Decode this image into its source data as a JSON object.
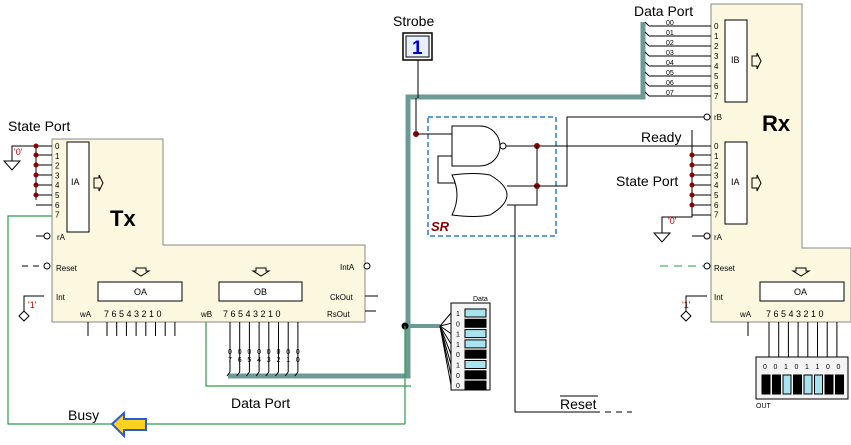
{
  "labels": {
    "strobe": "Strobe",
    "strobe_value": "1",
    "data_port_top": "Data Port",
    "data_port_bottom": "Data Port",
    "state_port_left": "State Port",
    "state_port_right": "State Port",
    "ready": "Ready",
    "busy": "Busy",
    "sr": "SR",
    "tx": "Tx",
    "rx": "Rx",
    "reset_bottom": "Reset",
    "data_switch": "Data",
    "out": "OUT",
    "zero_left": "'0'",
    "zero_right": "'0'",
    "one_left": "'1'",
    "one_right": "'1'"
  },
  "tx": {
    "ia": "IA",
    "ra": "rA",
    "reset": "Reset",
    "int": "Int",
    "inta": "IntA",
    "ckout": "CkOut",
    "rsout": "RsOut",
    "oa": "OA",
    "ob": "OB",
    "wa": "wA",
    "wb": "wB",
    "bits_desc": "7 6 5 4 3 2 1 0",
    "pins": [
      "0",
      "1",
      "2",
      "3",
      "4",
      "5",
      "6",
      "7"
    ]
  },
  "rx": {
    "ib": "IB",
    "rb": "rB",
    "ia": "IA",
    "ra": "rA",
    "reset": "Reset",
    "int": "Int",
    "oa": "OA",
    "wa": "wA",
    "bits_desc": "7 6 5 4 3 2 1 0",
    "pins": [
      "0",
      "1",
      "2",
      "3",
      "4",
      "5",
      "6",
      "7"
    ]
  },
  "bus_taps": [
    "00",
    "01",
    "02",
    "03",
    "04",
    "05",
    "06",
    "07"
  ],
  "ob_taps": [
    "07",
    "06",
    "05",
    "04",
    "03",
    "02",
    "01",
    "00"
  ],
  "data_switches": [
    "1",
    "0",
    "1",
    "1",
    "0",
    "1",
    "0",
    "0"
  ],
  "out_leds": [
    "0",
    "0",
    "1",
    "0",
    "1",
    "1",
    "0",
    "0"
  ]
}
